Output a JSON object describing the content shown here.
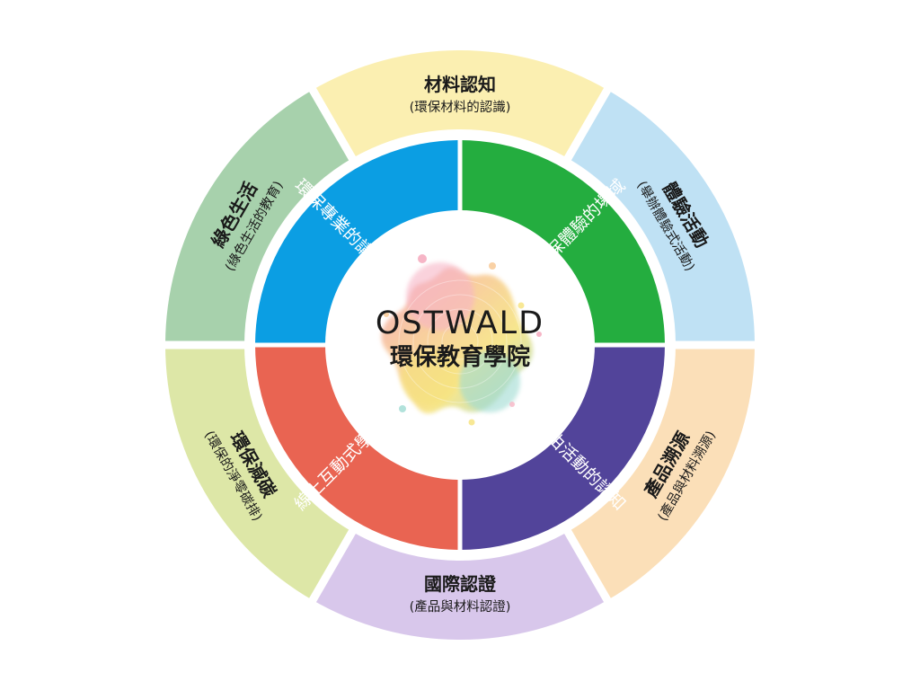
{
  "center": {
    "title": "OSTWALD",
    "subtitle": "環保教育學院"
  },
  "inner_segments": [
    {
      "label": "環保專業的講座",
      "color": "#0b9ee3"
    },
    {
      "label": "環保體驗的場域",
      "color": "#24ad3f"
    },
    {
      "label": "經由活動的認知",
      "color": "#52449a"
    },
    {
      "label": "線上互動式學習",
      "color": "#e96452"
    }
  ],
  "outer_segments": [
    {
      "title": "材料認知",
      "subtitle": "(環保材料的認識)",
      "color": "#fbefb1"
    },
    {
      "title": "體驗活動",
      "subtitle": "(舉辦體驗式活動)",
      "color": "#bfe1f4"
    },
    {
      "title": "產品溯源",
      "subtitle": "(產品與材料溯源)",
      "color": "#fbdfb8"
    },
    {
      "title": "國際認證",
      "subtitle": "(產品與材料認證)",
      "color": "#d8c7eb"
    },
    {
      "title": "環保減碳",
      "subtitle": "(環保的淨零碳排)",
      "color": "#dde7a7"
    },
    {
      "title": "綠色生活",
      "subtitle": "(綠色生活的教育)",
      "color": "#a7d1ac"
    }
  ],
  "colors": {
    "background": "#ffffff",
    "separator": "#ffffff",
    "logo_splash": [
      "#f4a3b8",
      "#f7c58f",
      "#f6e27a",
      "#9fdbd2",
      "#f7b5c6"
    ]
  }
}
